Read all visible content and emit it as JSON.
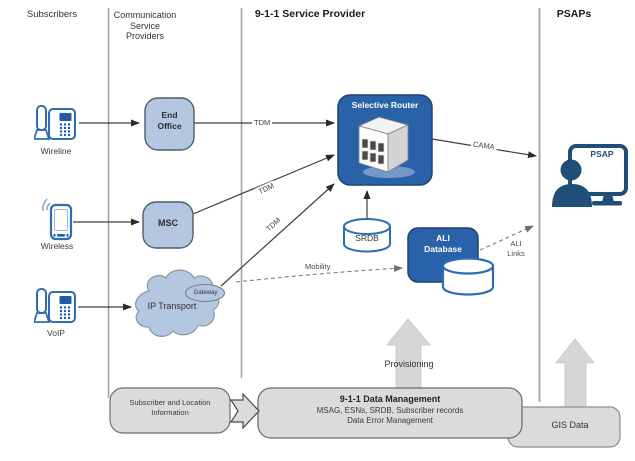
{
  "headers": {
    "subscribers": "Subscribers",
    "csp": "Communication\nService\nProviders",
    "provider": "9-1-1 Service Provider",
    "psaps": "PSAPs"
  },
  "subscribers": {
    "wireline_label": "Wireline",
    "wireless_label": "Wireless",
    "voip_label": "VoIP"
  },
  "csp": {
    "end_office": "End\nOffice",
    "msc": "MSC",
    "ip_transport": "IP Transport",
    "gateway": "Gateway"
  },
  "provider": {
    "selective_router": "Selective Router",
    "srdb": "SRDB",
    "ali_database": "ALI\nDatabase"
  },
  "links": {
    "tdm_end_office": "TDM",
    "tdm_msc": "TDM",
    "tdm_gateway": "TDM",
    "cama": "CAMA",
    "ali_links": "ALI\nLinks",
    "mobility": "Mobility",
    "provisioning": "Provisioning"
  },
  "psap": {
    "screen_label": "PSAP"
  },
  "bottom": {
    "subscriber_info": "Subscriber and Location\nInformation",
    "dm_title": "9-1-1 Data Management",
    "dm_line1": "MSAG, ESNs, SRDB, Subscriber records",
    "dm_line2": "Data Error Management",
    "gis": "GIS Data"
  },
  "colors": {
    "dark_blue_box": "#2A62A9",
    "dark_blue_border": "#1C4372",
    "light_blue_box": "#B3C7E0",
    "icon_blue": "#2E6DB4",
    "psap_navy": "#1F4E79",
    "gray_box": "#DBDBDB",
    "connector": "#3F3F3F"
  }
}
